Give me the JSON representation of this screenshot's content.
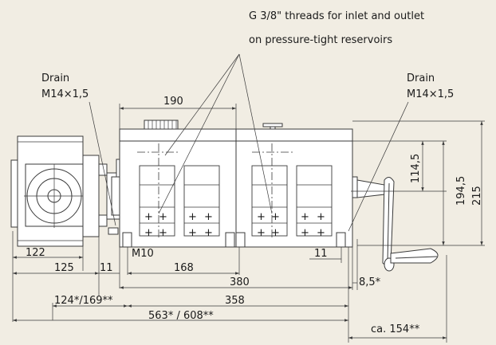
{
  "callouts": {
    "threads_line1": "G 3/8\" threads for inlet and outlet",
    "threads_line2": "on pressure-tight reservoirs",
    "drain_left_title": "Drain",
    "drain_left_spec": "M14×1,5",
    "drain_right_title": "Drain",
    "drain_right_spec": "M14×1,5",
    "mount_thread": "M10"
  },
  "dimensions": {
    "top_width": "190",
    "height_inner": "114,5",
    "height_mid": "194,5",
    "height_total": "215",
    "motor_flange": "122",
    "motor_width": "125",
    "left_gap": "11",
    "hole_spacing": "168",
    "right_gap": "11",
    "overall_body": "380",
    "handle_offset": "8,5*",
    "motor_extension": "124*/169**",
    "hole_to_end": "358",
    "overall_length": "563* / 608**",
    "handle_reach": "ca. 154**"
  }
}
